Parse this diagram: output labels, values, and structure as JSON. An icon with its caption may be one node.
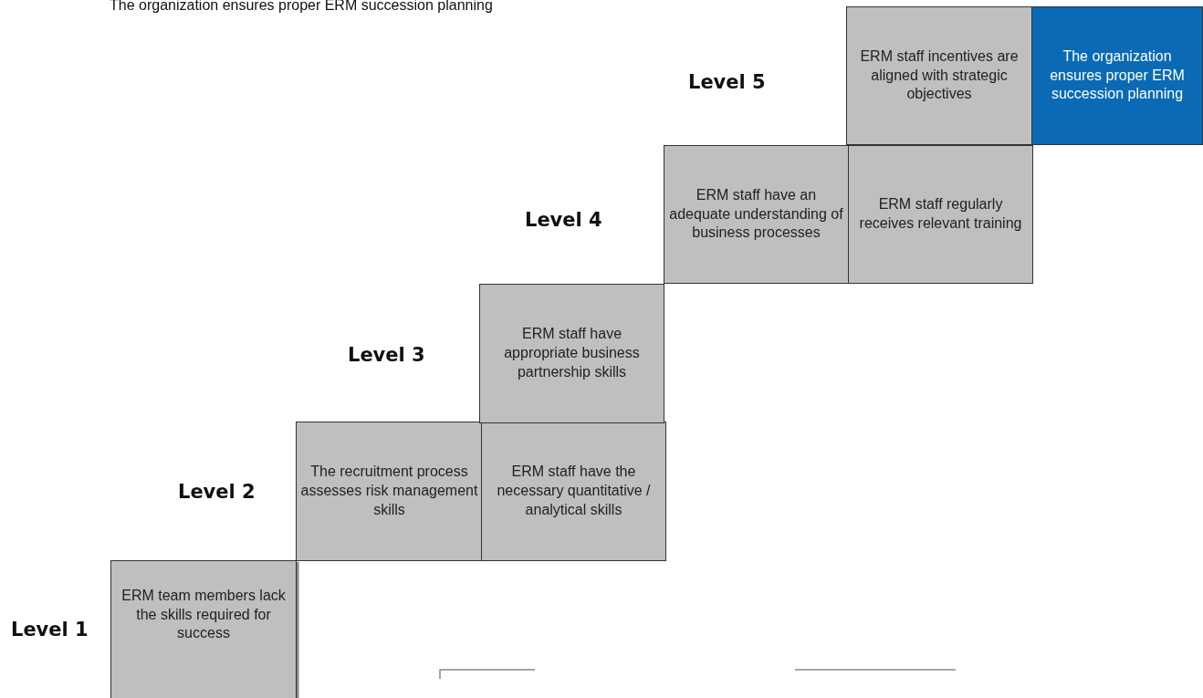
{
  "diagram": {
    "nodes": [
      {
        "text": [
          "ERM team members lack the skills required for success"
        ]
      },
      {
        "text": [
          "The recruitment process assesses risk management skills"
        ]
      },
      {
        "text": [
          "ERM staff have the necessary quantitative / analytical skills"
        ]
      },
      {
        "text": [
          "ERM staff have appropriate business partnership skills"
        ]
      },
      {
        "text": [
          "ERM staff have an adequate understanding of business processes"
        ]
      },
      {
        "text": [
          "ERM staff regularly receives relevant training"
        ]
      },
      {
        "text": [
          "ERM staff incentives are aligned with strategic objectives"
        ]
      },
      {
        "text": [
          "The organization ensures proper ERM succession planning"
        ]
      }
    ],
    "labels": [
      "The organization ensures proper ERM succession planning",
      "Level 5",
      "Level 4",
      "Level 3",
      "Level 2",
      "Level 1"
    ]
  }
}
